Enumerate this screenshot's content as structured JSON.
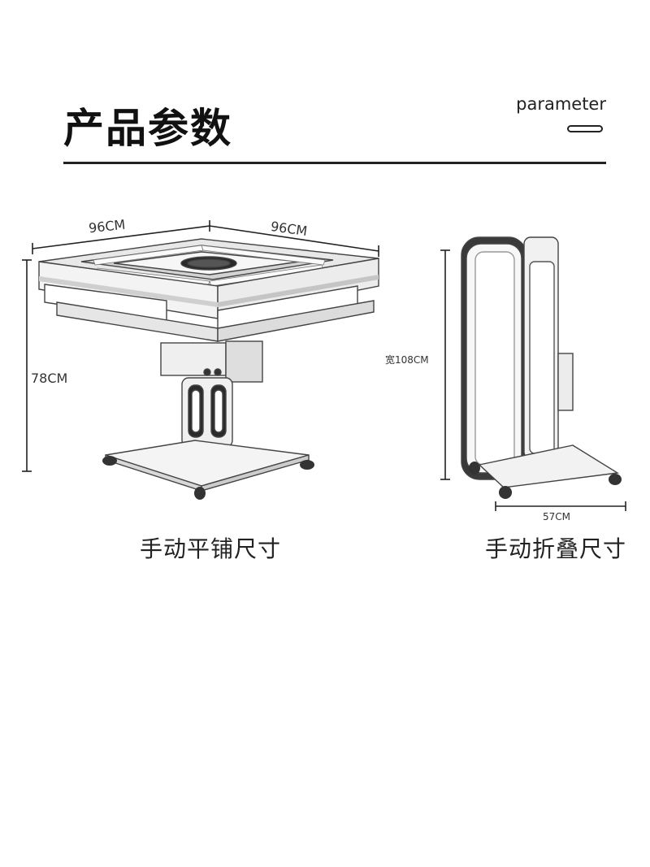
{
  "header": {
    "title": "产品参数",
    "subtitle_en": "parameter"
  },
  "flat_view": {
    "dim_width_left": "96CM",
    "dim_width_right": "96CM",
    "dim_height": "78CM",
    "caption": "手动平铺尺寸"
  },
  "folded_view": {
    "dim_height": "宽108CM",
    "dim_depth": "57CM",
    "caption": "手动折叠尺寸"
  }
}
